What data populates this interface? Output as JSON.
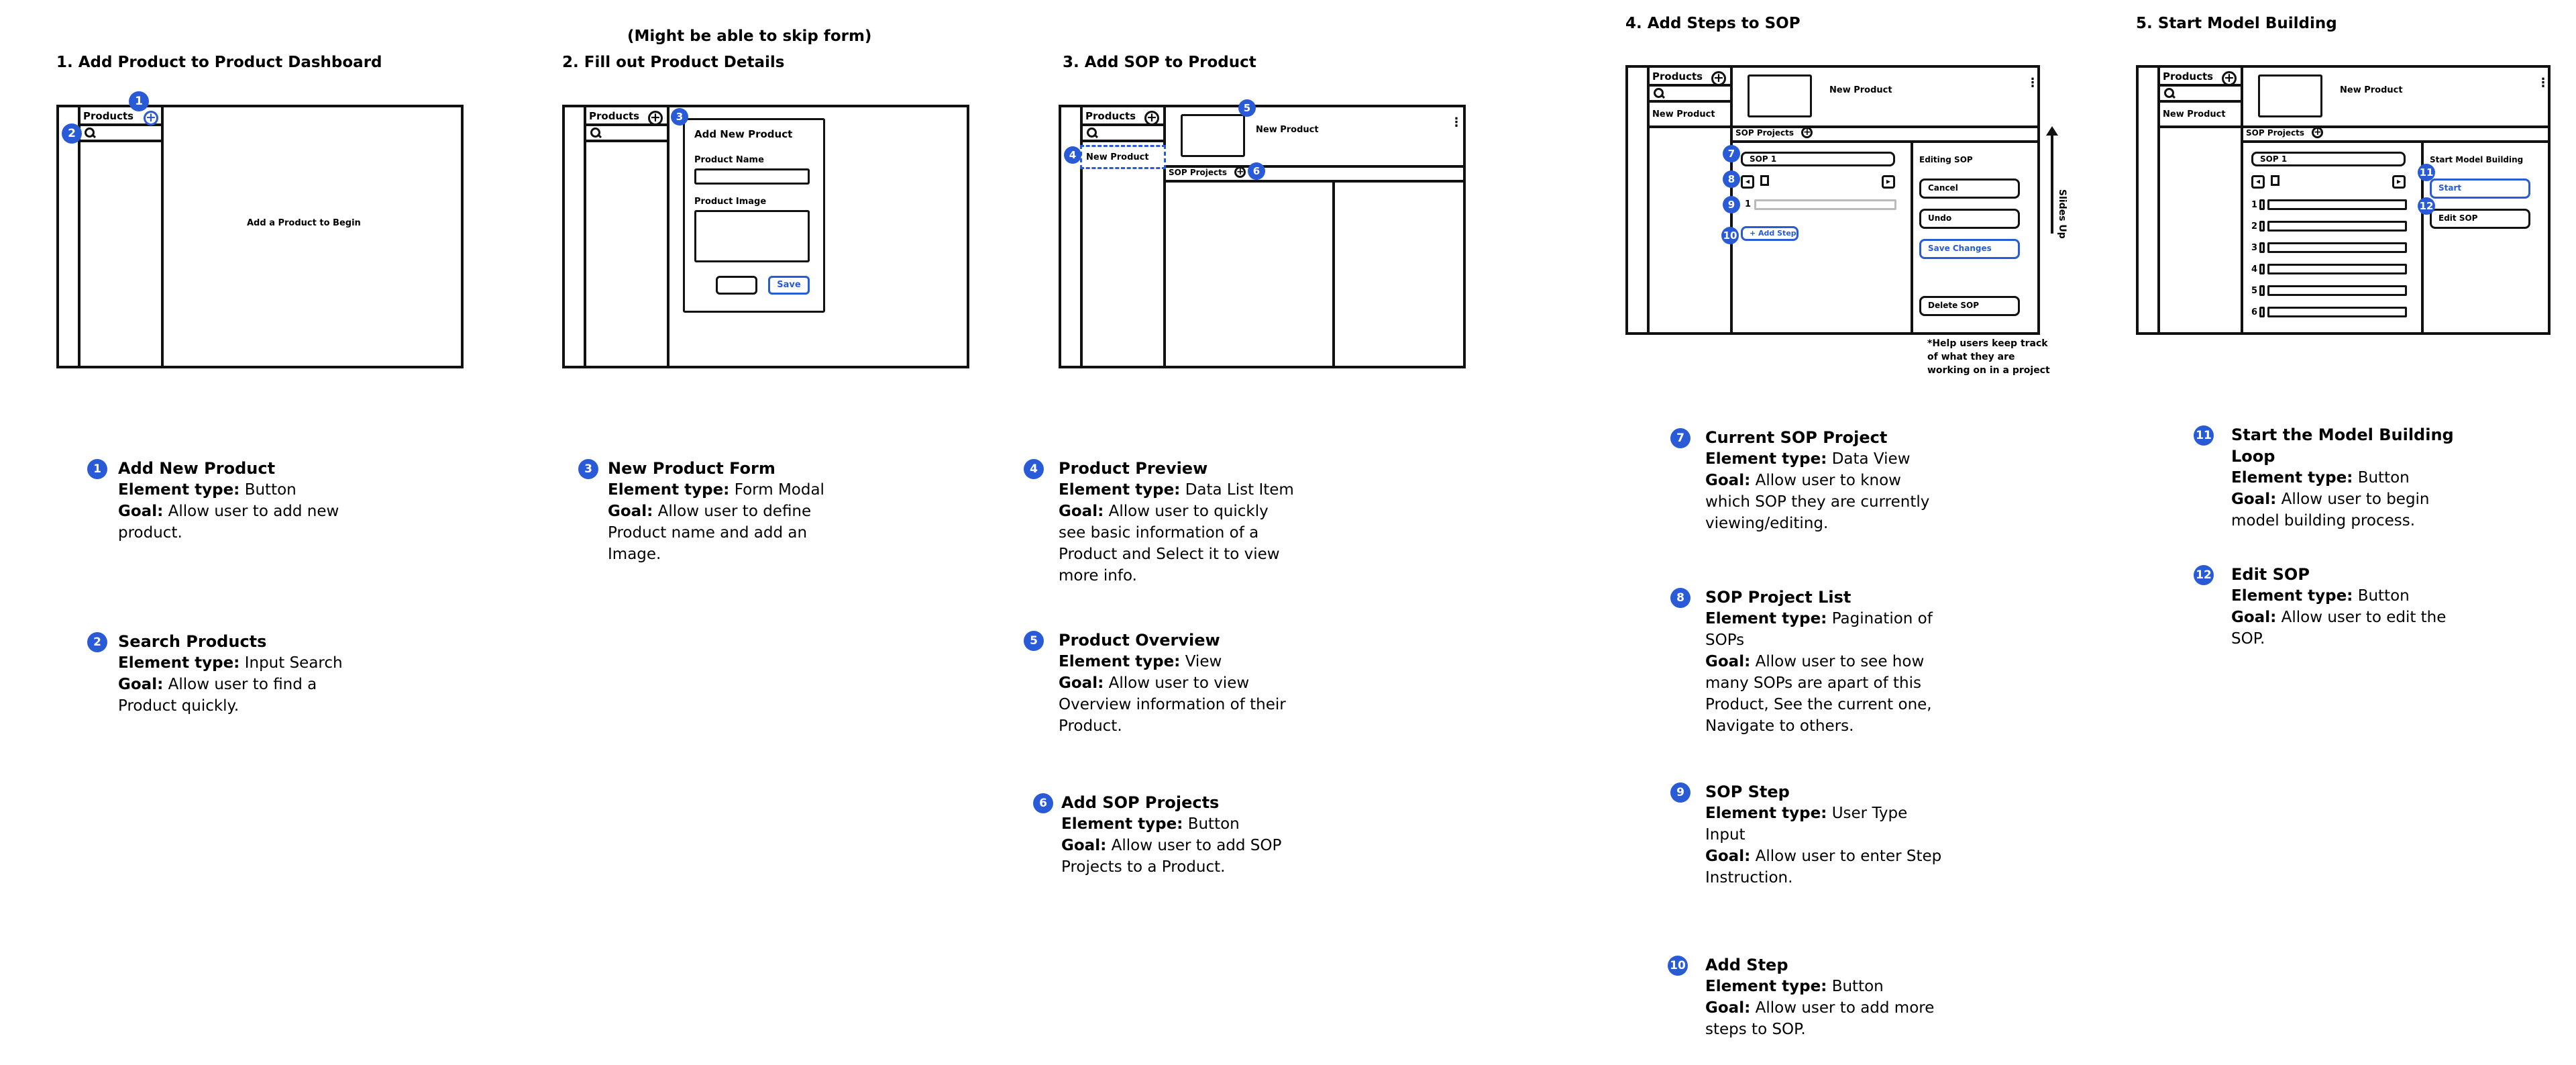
{
  "note_top": "(Might be able to skip form)",
  "steps": {
    "s1": "1. Add Product to Product Dashboard",
    "s2": "2. Fill out Product Details",
    "s3": "3. Add SOP to Product",
    "s4": "4. Add Steps to SOP",
    "s5": "5. Start Model Building"
  },
  "wireframe": {
    "products": "Products",
    "add_product_to_begin": "Add a Product to Begin",
    "add_new_product": "Add New Product",
    "product_name": "Product Name",
    "product_image": "Product Image",
    "save": "Save",
    "new_product": "New Product",
    "sop_projects": "SOP Projects",
    "sop_1": "SOP 1",
    "editing_sop": "Editing SOP",
    "cancel": "Cancel",
    "undo": "Undo",
    "save_changes": "Save Changes",
    "delete_sop": "Delete SOP",
    "add_step": "+ Add Step",
    "slides_up": "Slides Up",
    "help_note": "*Help users keep track of what they are working on in a project",
    "start_model_building": "Start Model Building",
    "start": "Start",
    "edit_sop": "Edit SOP",
    "step_numbers": [
      "1",
      "2",
      "3",
      "4",
      "5",
      "6"
    ],
    "kebab": "⋮",
    "plus": "+",
    "prev": "◂",
    "next": "▸"
  },
  "badges": [
    "1",
    "2",
    "3",
    "4",
    "5",
    "6",
    "7",
    "8",
    "9",
    "10",
    "11",
    "12"
  ],
  "descriptions": [
    {
      "title": "Add New Product",
      "type": "Button",
      "goal": "Allow user to add new product."
    },
    {
      "title": "Search Products",
      "type": "Input Search",
      "goal": "Allow user to find a Product quickly."
    },
    {
      "title": "New Product Form",
      "type": "Form Modal",
      "goal": "Allow user to define Product name and add an Image."
    },
    {
      "title": "Product Preview",
      "type": "Data List Item",
      "goal": "Allow user to quickly see basic information of a Product and Select it to view more info."
    },
    {
      "title": "Product Overview",
      "type": "View",
      "goal": "Allow user to view Overview information of their Product."
    },
    {
      "title": "Add SOP Projects",
      "type": "Button",
      "goal": "Allow user to add SOP Projects to a Product."
    },
    {
      "title": "Current SOP Project",
      "type": "Data View",
      "goal": "Allow user to know which SOP they are currently viewing/editing."
    },
    {
      "title": "SOP Project List",
      "type": "Pagination of SOPs",
      "goal": "Allow user to see how many SOPs are apart of this Product, See the current one, Navigate to others."
    },
    {
      "title": "SOP Step",
      "type": "User Type Input",
      "goal": "Allow user to enter Step Instruction."
    },
    {
      "title": "Add Step",
      "type": "Button",
      "goal": "Allow user to add more steps to SOP."
    },
    {
      "title": "Start the Model Building Loop",
      "type": "Button",
      "goal": "Allow user to begin model building process."
    },
    {
      "title": "Edit SOP",
      "type": "Button",
      "goal": "Allow user to edit the SOP."
    }
  ],
  "labels": {
    "element_type": "Element type:",
    "goal": "Goal:"
  },
  "colors": {
    "accent": "#2a5bd7",
    "ink": "#111111"
  }
}
